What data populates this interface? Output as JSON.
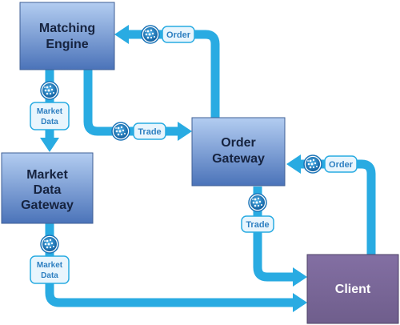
{
  "nodes": {
    "matching_engine": {
      "line1": "Matching",
      "line2": "Engine"
    },
    "market_data_gateway": {
      "line1": "Market",
      "line2": "Data",
      "line3": "Gateway"
    },
    "order_gateway": {
      "line1": "Order",
      "line2": "Gateway"
    },
    "client": {
      "line1": "Client"
    }
  },
  "labels": {
    "order_to_engine": "Order",
    "trade_to_gateway": "Trade",
    "market_data_top": {
      "line1": "Market",
      "line2": "Data"
    },
    "order_from_client": "Order",
    "trade_to_client": "Trade",
    "market_data_bottom": {
      "line1": "Market",
      "line2": "Data"
    }
  },
  "icons": {
    "message": "message-sphere-icon"
  },
  "colors": {
    "arrow": "#29abe2",
    "box_blue_top": "#a9c4ec",
    "box_blue_bottom": "#4d78bf",
    "client_box": "#7a6897",
    "label_fill": "#e8f5fd",
    "label_text": "#2d7fc1"
  }
}
